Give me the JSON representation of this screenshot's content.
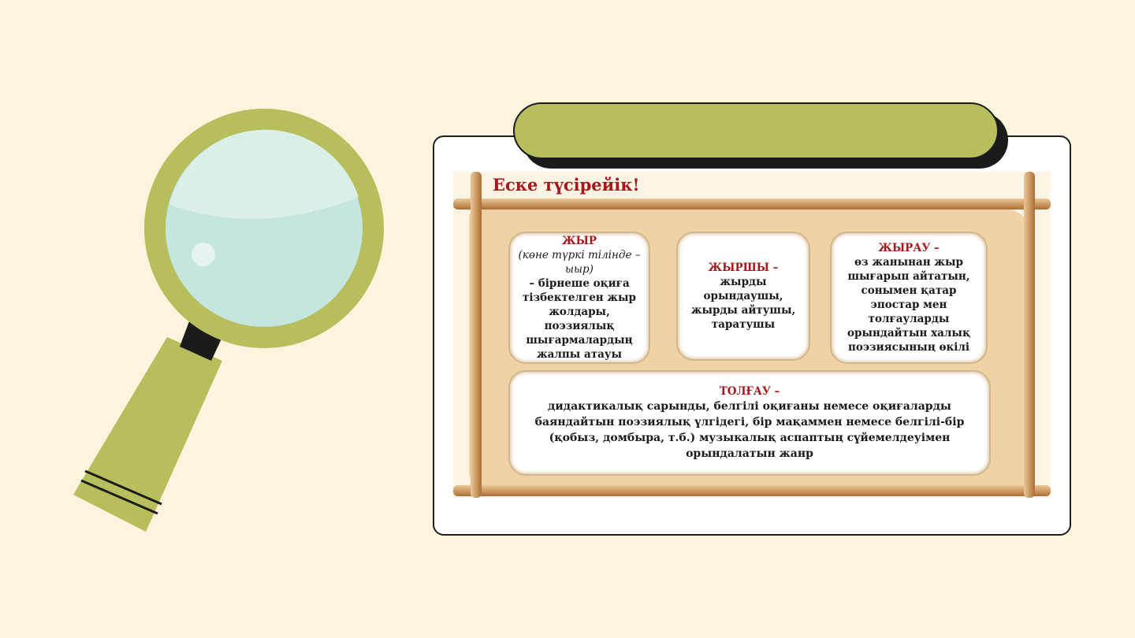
{
  "slide": {
    "pill_label": "",
    "poster": {
      "title": "Еске түсірейік!",
      "boxes": [
        {
          "term": "ЖЫР",
          "note": "(көне түркі тілінде – ыыр)",
          "definition": "– бірнеше оқиға тізбектелген жыр жолдары, поэзиялық шығармалардың жалпы атауы"
        },
        {
          "term": "ЖЫРШЫ –",
          "definition": "жырды орындаушы, жырды айтушы, таратушы"
        },
        {
          "term": "ЖЫРАУ –",
          "definition": "өз жанынан жыр шығарып айтатын, сонымен қатар эпостар мен толғауларды орындайтын халық поэзиясының өкілі"
        },
        {
          "term": "ТОЛҒАУ –",
          "definition": "дидактикалық сарынды, белгілі оқиғаны немесе оқиғаларды баяндайтын поэзиялық үлгідегі, бір мақаммен немесе белгілі-бір (қобыз, домбыра, т.б.) музыкалық аспаптың сүйемелдеуімен орындалатын жанр"
        }
      ]
    },
    "colors": {
      "background": "#fdf4de",
      "accent_green": "#b7be5c",
      "lens": "#c5e5df",
      "term_red": "#a5181c"
    }
  }
}
